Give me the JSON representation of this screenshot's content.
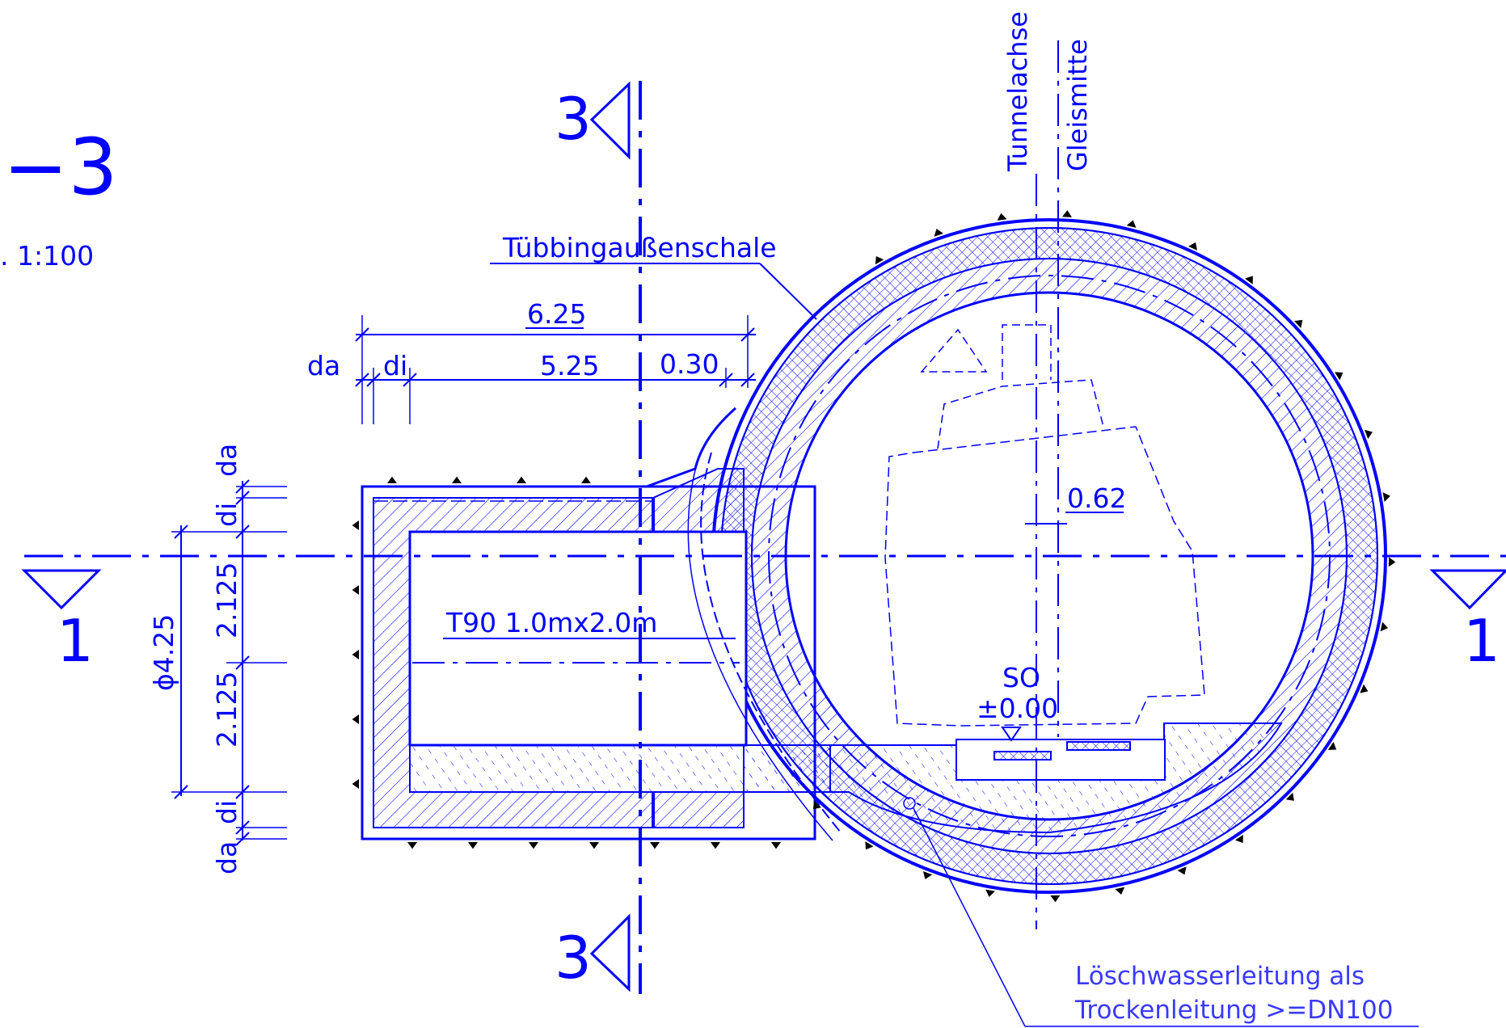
{
  "title": {
    "section_suffix": "−3",
    "scale": ". 1:100"
  },
  "section_marks": {
    "top": "3",
    "bottom": "3",
    "left": "1",
    "right": "1"
  },
  "axes": {
    "tunnel_axis": "Tunnelachse",
    "track_center": "Gleismitte"
  },
  "labels": {
    "segment_shell": "Tübbingaußenschale",
    "door": "T90  1.0mx2.0m",
    "top_of_rail": "SO",
    "top_of_rail_level": "±0.00",
    "fire_main_line1": "Löschwasserleitung  als",
    "fire_main_line2": "Trockenleitung  >=DN100"
  },
  "dimensions": {
    "overall_length": "6.25",
    "inner_length": "5.25",
    "wall_part": "0.30",
    "da": "da",
    "di": "di",
    "track_offset": "0.62",
    "vertical": {
      "da_top": "da",
      "di_top": "di",
      "upper": "2.125",
      "lower": "2.125",
      "di_bottom": "di",
      "da_bottom": "da",
      "diameter": "ϕ4.25"
    }
  },
  "colors": {
    "line": "#0000ff",
    "note": "#3a3aff"
  }
}
